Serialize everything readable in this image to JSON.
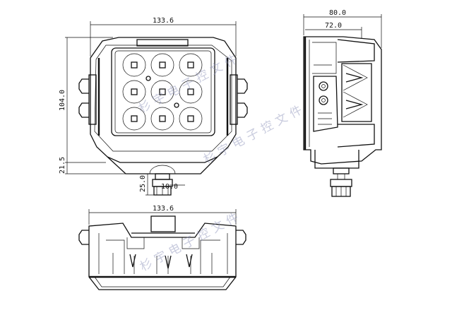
{
  "drawing": {
    "front_view": {
      "width": "133.6",
      "height": "104.0",
      "bracket_height": "21.5",
      "bolt_len": "25.0",
      "bolt_dia": "10.0"
    },
    "side_view": {
      "depth_overall": "80.0",
      "depth_body": "72.0"
    },
    "bottom_view": {
      "width": "133.6"
    }
  },
  "watermark": {
    "line1": "杉宇电子控文件",
    "line2": "杉宇电子控文件",
    "line3": "杉宇电子控文件"
  },
  "colors": {
    "line": "#111111",
    "watermark": "#8a8fb8"
  }
}
